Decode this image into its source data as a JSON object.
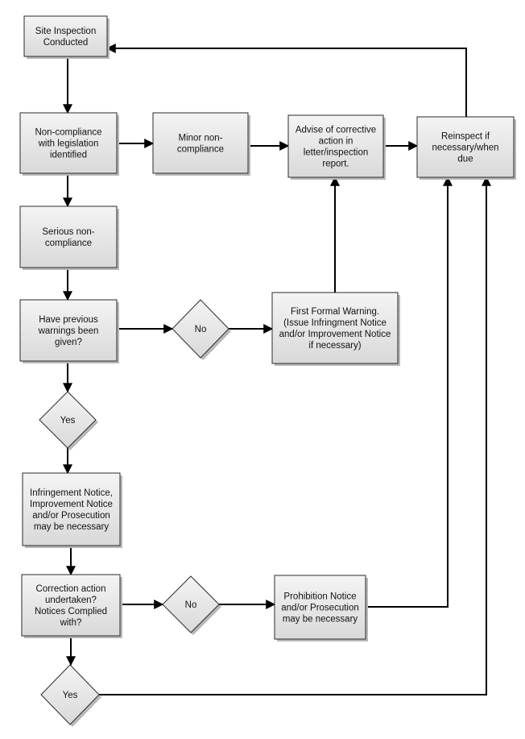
{
  "nodes": {
    "site_inspection": {
      "lines": [
        "Site Inspection",
        "Conducted"
      ]
    },
    "non_compliance": {
      "lines": [
        "Non-compliance",
        "with legislation",
        "identified"
      ]
    },
    "minor_non_compliance": {
      "lines": [
        "Minor non-",
        "compliance"
      ]
    },
    "advise_corrective": {
      "lines": [
        "Advise of corrective",
        "action in",
        "letter/inspection",
        "report."
      ]
    },
    "reinspect": {
      "lines": [
        "Reinspect if",
        "necessary/when",
        "due"
      ]
    },
    "serious_non_compliance": {
      "lines": [
        "Serious non-",
        "compliance"
      ]
    },
    "previous_warnings": {
      "lines": [
        "Have previous",
        "warnings been",
        "given?"
      ]
    },
    "no_warnings": {
      "lines": [
        "No"
      ]
    },
    "first_formal_warning": {
      "lines": [
        "First Formal Warning.",
        "(Issue Infringment Notice",
        "and/or Improvement Notice",
        "if necessary)"
      ]
    },
    "yes_warnings": {
      "lines": [
        "Yes"
      ]
    },
    "infringement_notice": {
      "lines": [
        "Infringement Notice,",
        "Improvement Notice",
        "and/or Prosecution",
        "may be necessary"
      ]
    },
    "correction_action": {
      "lines": [
        "Correction action",
        "undertaken?",
        "Notices Complied",
        "with?"
      ]
    },
    "no_correction": {
      "lines": [
        "No"
      ]
    },
    "prohibition_notice": {
      "lines": [
        "Prohibition Notice",
        "and/or Prosecution",
        "may be necessary"
      ]
    },
    "yes_correction": {
      "lines": [
        "Yes"
      ]
    }
  }
}
